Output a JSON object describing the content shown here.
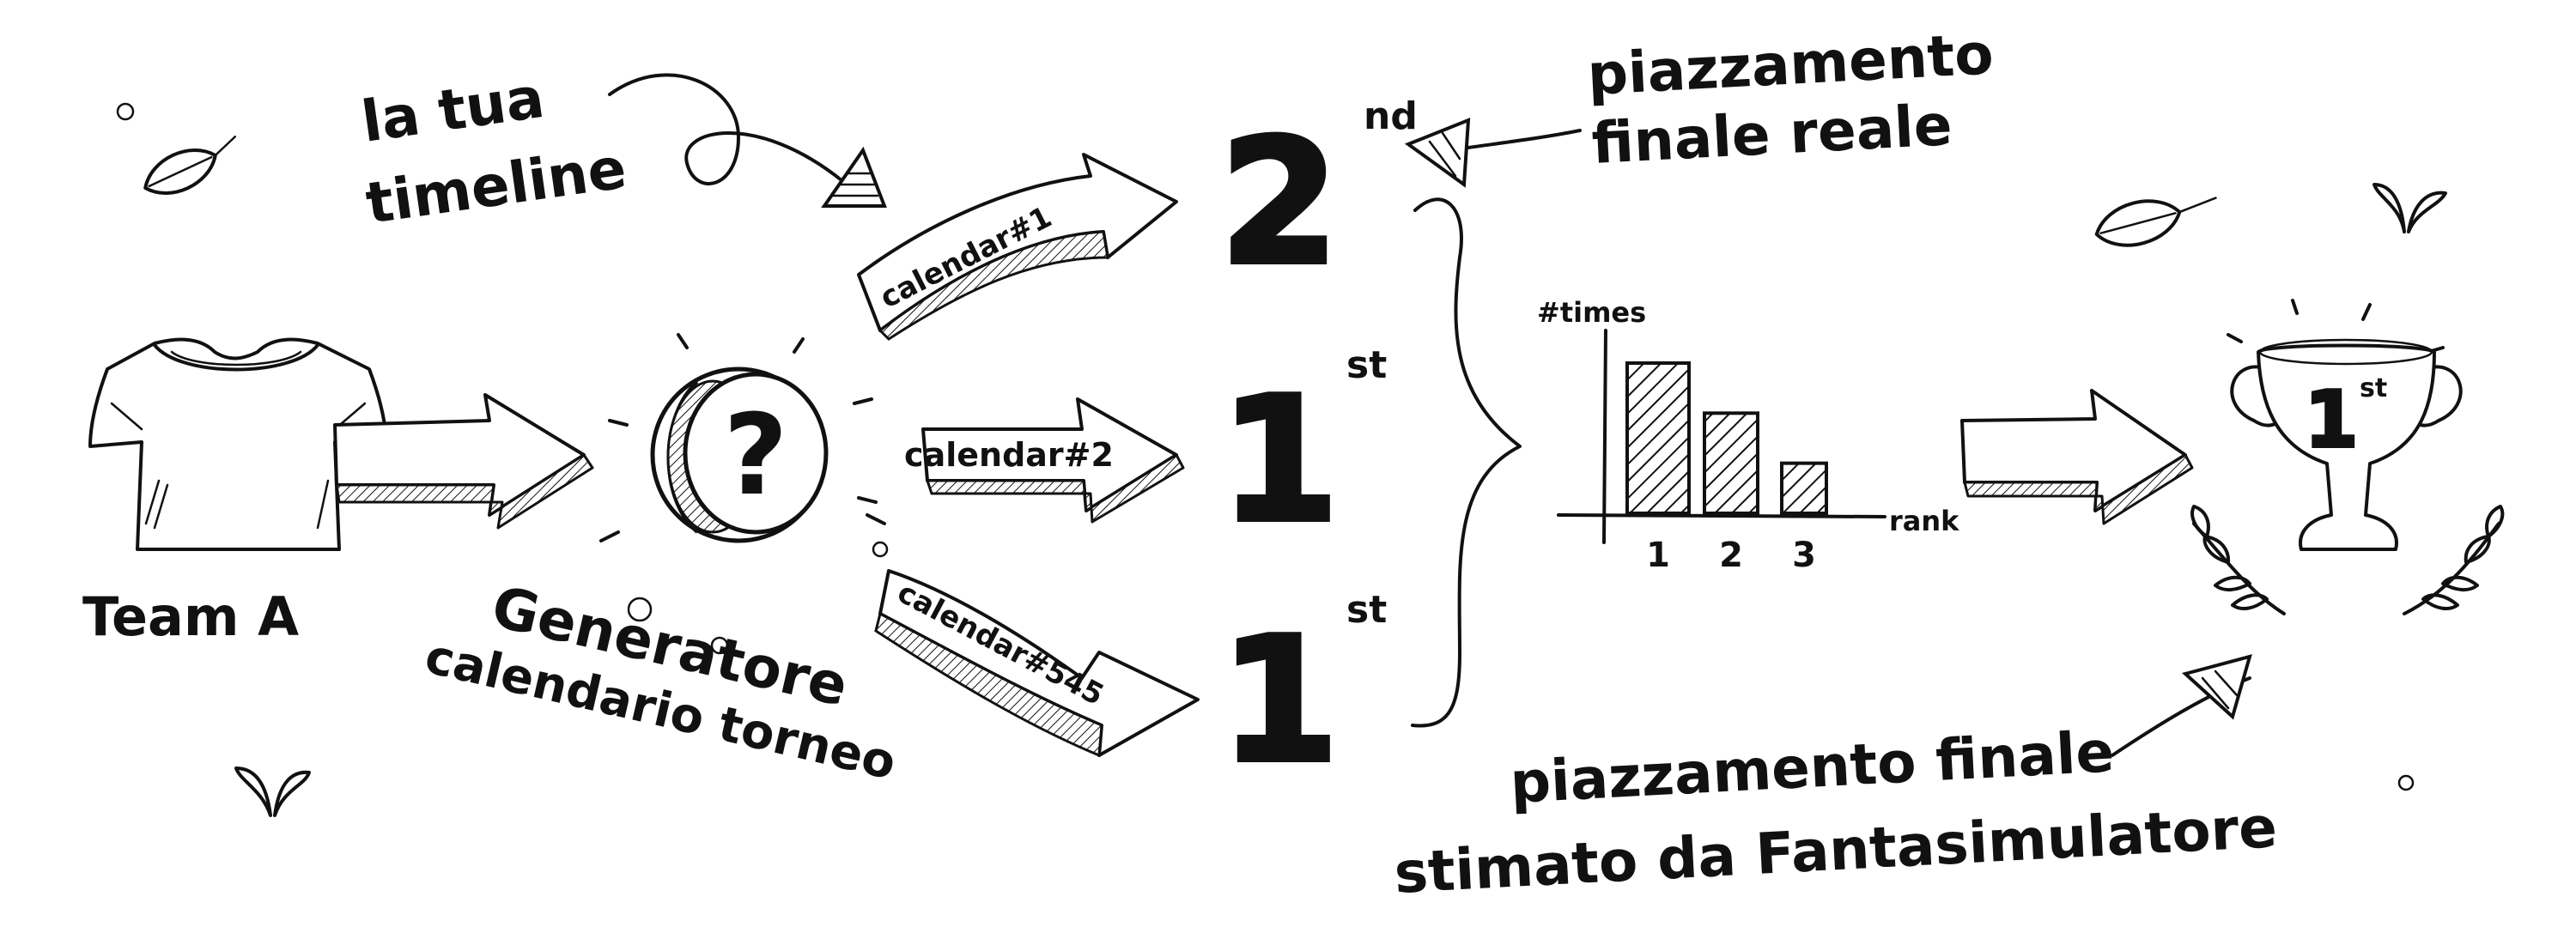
{
  "labels": {
    "your_timeline": [
      "la tua",
      "timeline"
    ],
    "team": "Team A",
    "generator": [
      "Generatore",
      "calendario torneo"
    ],
    "actual_final_position": [
      "piazzamento",
      "finale reale"
    ],
    "estimated_final_position": [
      "piazzamento finale",
      "stimato da Fantasimulatore"
    ]
  },
  "calendars": [
    {
      "label": "calendar#1",
      "place": "2",
      "suffix": "nd"
    },
    {
      "label": "calendar#2",
      "place": "1",
      "suffix": "st"
    },
    {
      "label": "calendar#545",
      "place": "1",
      "suffix": "st"
    }
  ],
  "question_mark": "?",
  "trophy": {
    "place": "1",
    "suffix": "st"
  },
  "chart_data": {
    "type": "bar",
    "categories": [
      "1",
      "2",
      "3"
    ],
    "values": [
      3,
      2,
      1
    ],
    "ylabel": "#times",
    "xlabel": "rank",
    "ylim": [
      0,
      3.6
    ],
    "grid": false,
    "legend": "none"
  },
  "colors": {
    "ink": "#111111",
    "paper": "#ffffff"
  }
}
